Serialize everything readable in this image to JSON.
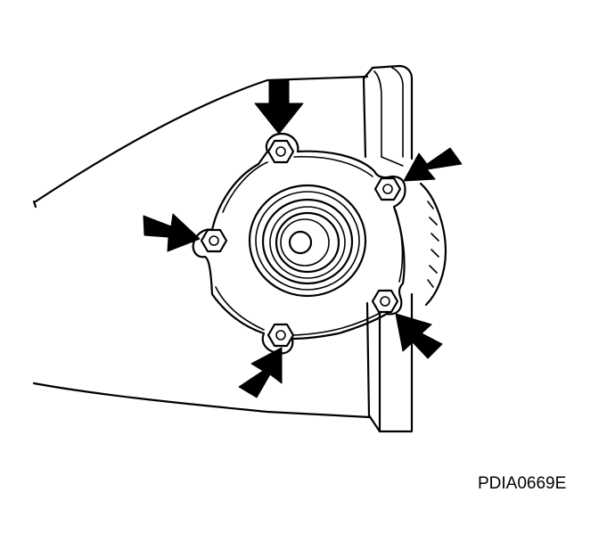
{
  "figure": {
    "code": "PDIA0669E"
  },
  "diagram": {
    "subject": "cover-plate-with-five-mounting-nuts",
    "indicator_icon": "arrow-icon",
    "indicator_count": 5
  }
}
